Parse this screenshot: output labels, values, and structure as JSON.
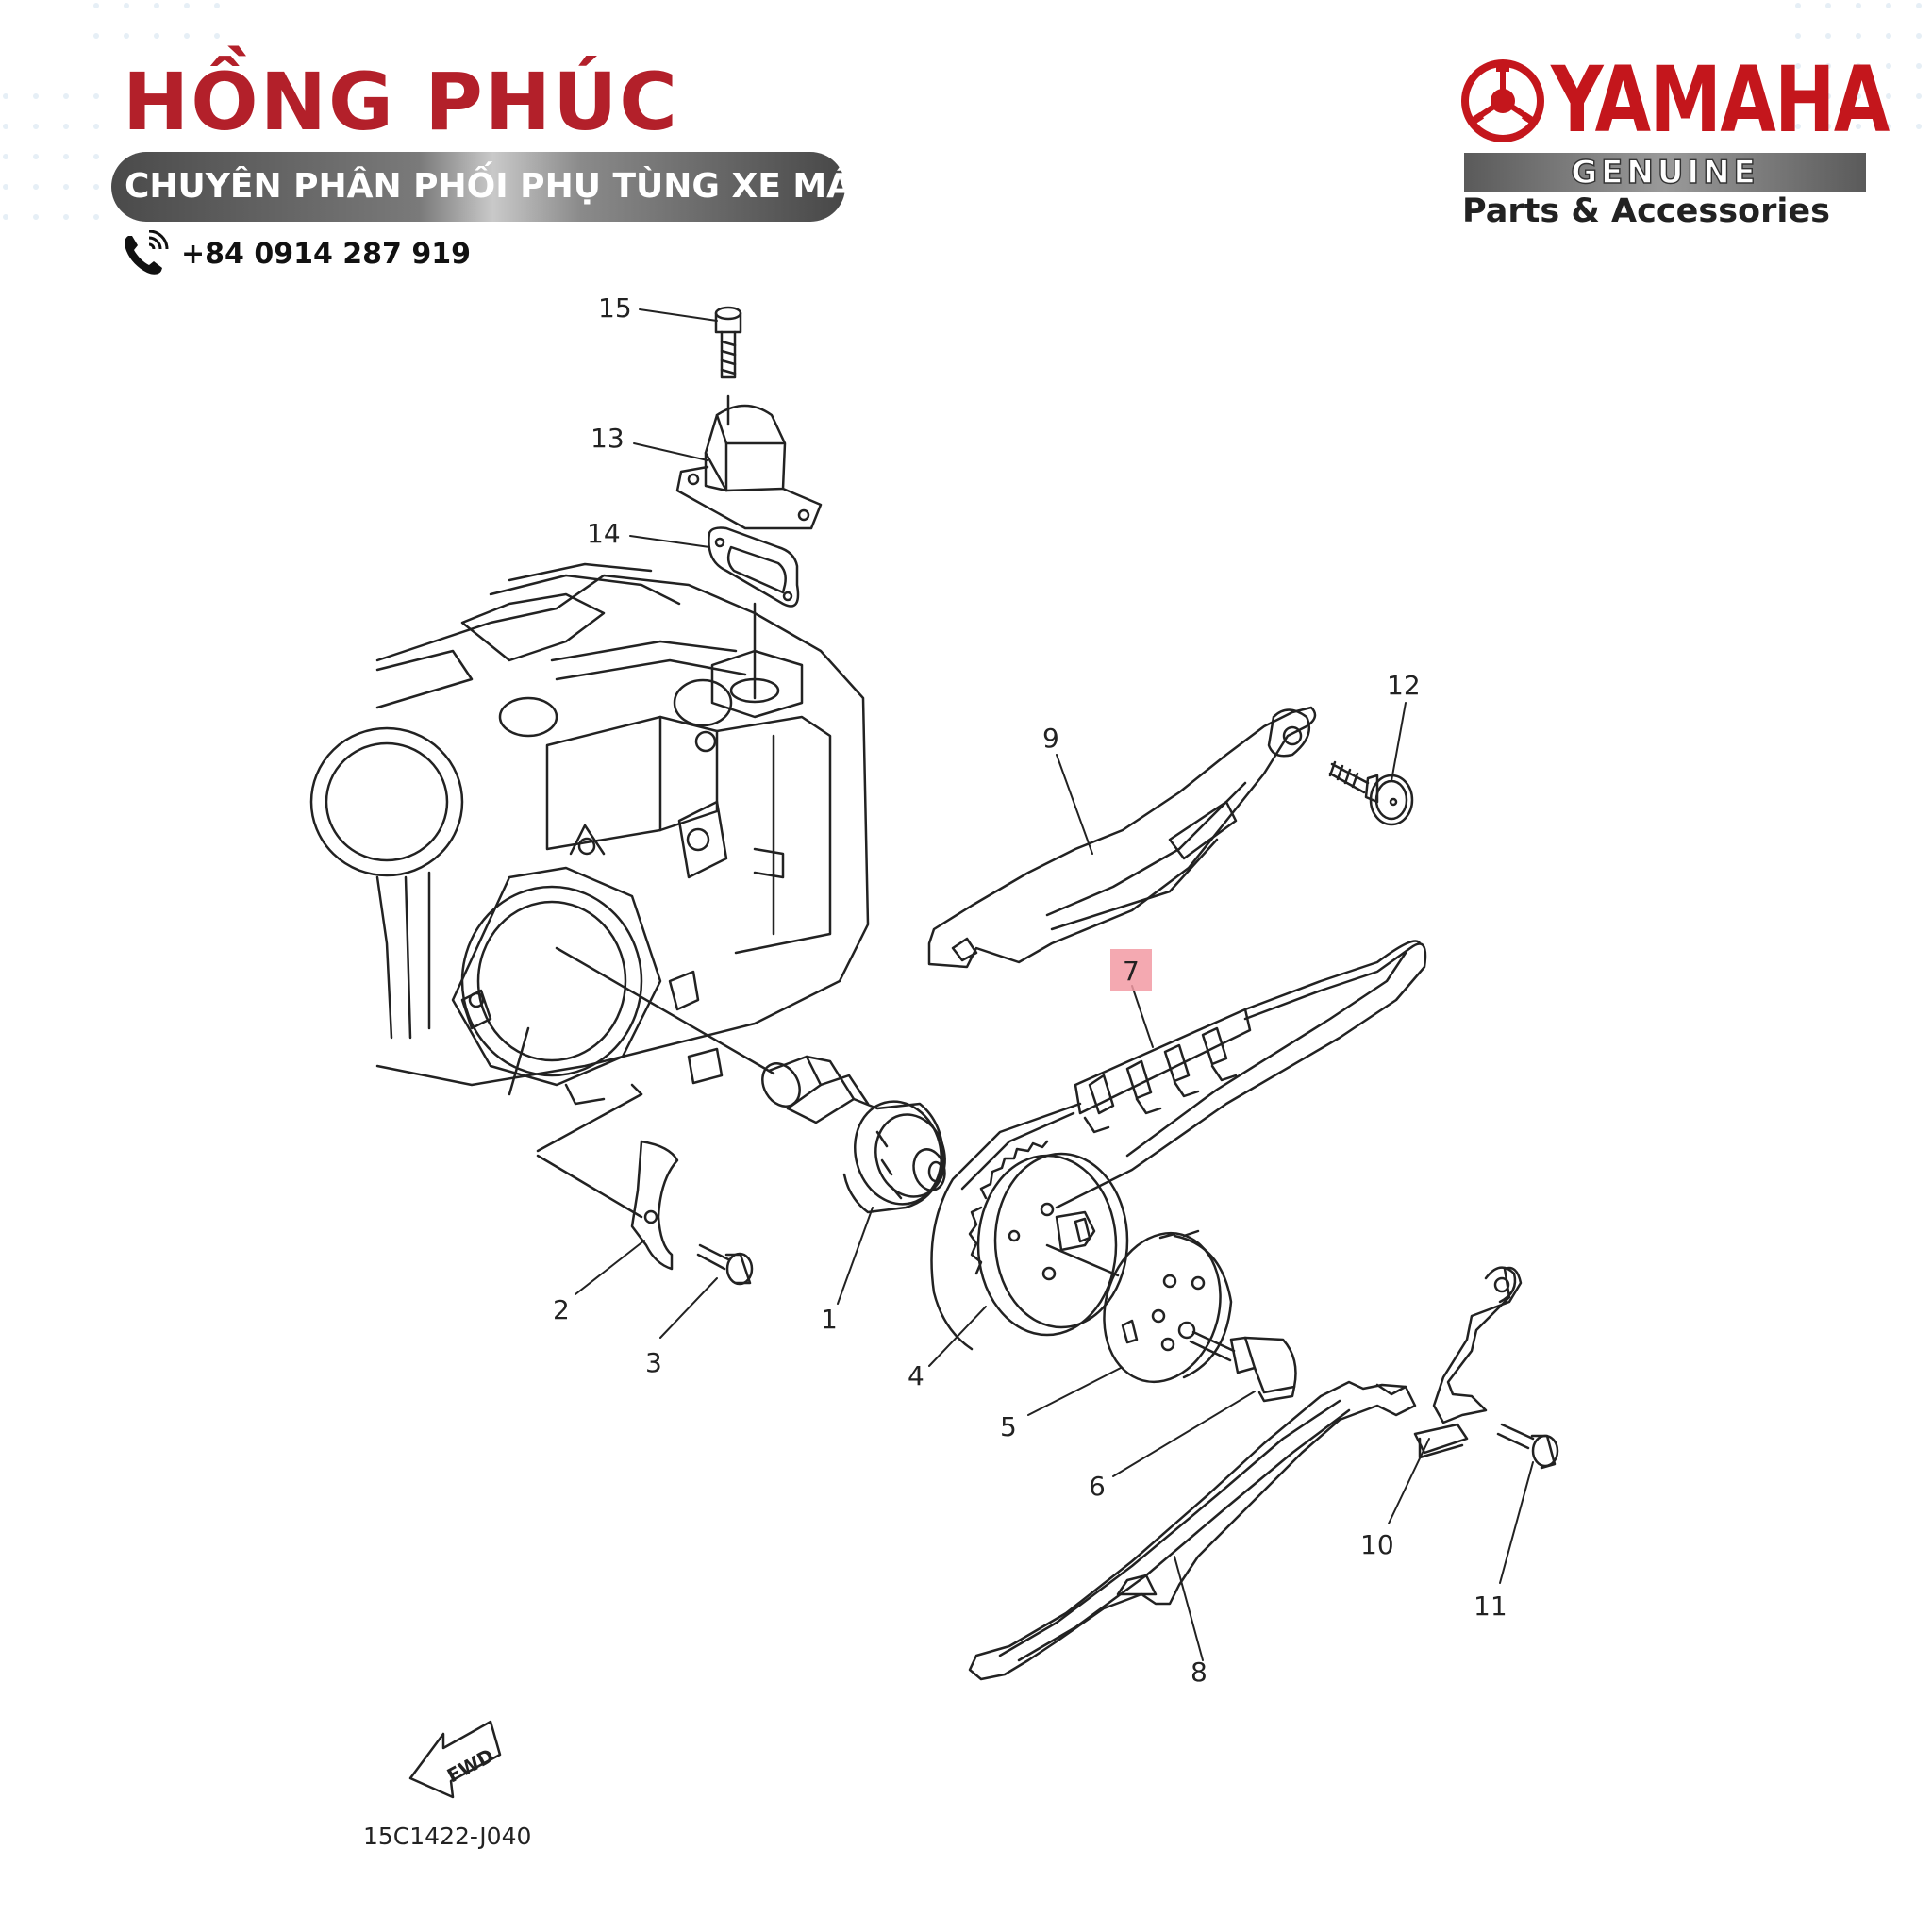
{
  "header": {
    "brand_name": "HỒNG PHÚC",
    "tagline": "CHUYÊN PHÂN PHỐI PHỤ TÙNG XE MÁY",
    "phone": "+84 0914 287 919"
  },
  "logo": {
    "brand": "YAMAHA",
    "genuine": "GENUINE",
    "subtitle": "Parts & Accessories"
  },
  "diagram": {
    "callouts": [
      "15",
      "13",
      "14",
      "12",
      "9",
      "7",
      "1",
      "2",
      "3",
      "4",
      "5",
      "6",
      "10",
      "11",
      "8"
    ],
    "highlighted_callout": "7",
    "fwd_label": "FWD",
    "figure_code": "15C1422-J040"
  },
  "colors": {
    "brand_red": "#b3202a",
    "yamaha_red": "#c4161c",
    "highlight_pink": "#f29aa3",
    "line_gray": "#222222"
  },
  "icons": {
    "phone": "phone-icon",
    "logo_emblem": "tuning-fork-emblem-icon",
    "direction": "fwd-arrow-icon"
  }
}
